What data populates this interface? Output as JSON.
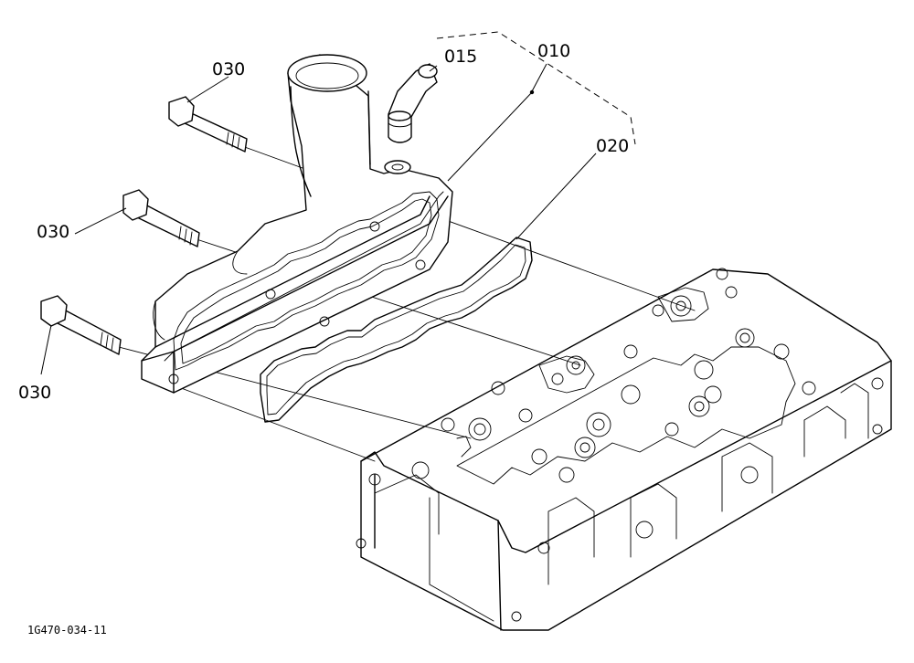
{
  "callouts": {
    "c015": "015",
    "c010": "010",
    "c020": "020",
    "c030_top": "030",
    "c030_mid": "030",
    "c030_bot": "030"
  },
  "document_id": "1G470-034-11",
  "parts": [
    {
      "callout": "010",
      "part": "water-flange"
    },
    {
      "callout": "015",
      "part": "hose-nipple"
    },
    {
      "callout": "020",
      "part": "gasket"
    },
    {
      "callout": "030",
      "part": "bolt",
      "quantity_shown": 3
    }
  ]
}
